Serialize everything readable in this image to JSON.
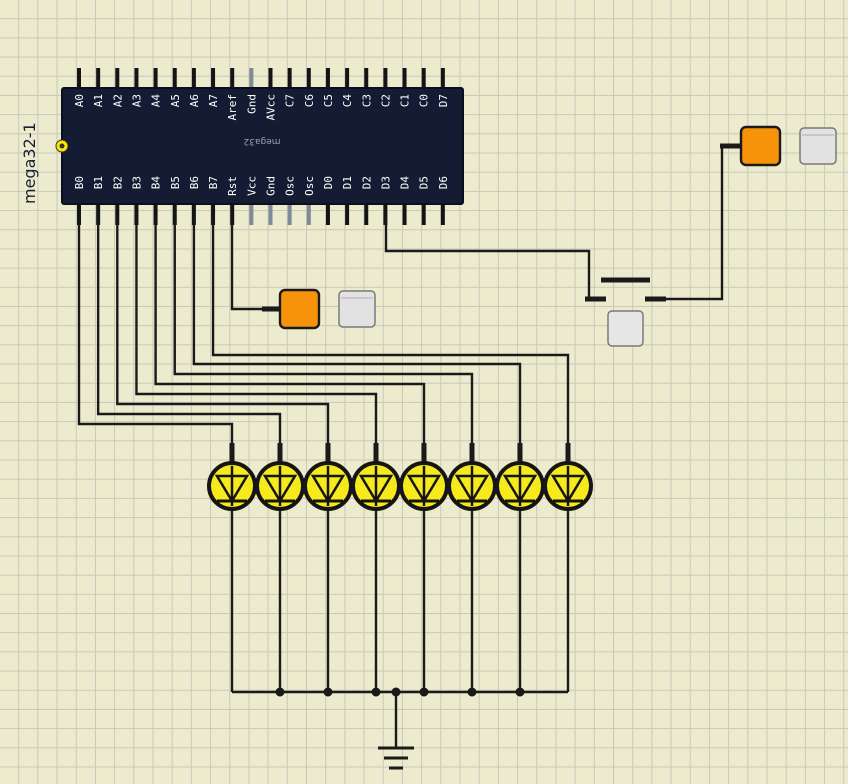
{
  "component": {
    "id": "mega32-1",
    "chip_marking": "mega32"
  },
  "pins_top": [
    "A0",
    "A1",
    "A2",
    "A3",
    "A4",
    "A5",
    "A6",
    "A7",
    "Aref",
    "Gnd",
    "AVcc",
    "C7",
    "C6",
    "C5",
    "C4",
    "C3",
    "C2",
    "C1",
    "C0",
    "D7"
  ],
  "pins_bottom": [
    "B0",
    "B1",
    "B2",
    "B3",
    "B4",
    "B5",
    "B6",
    "B7",
    "Rst",
    "Vcc",
    "Gnd",
    "Osc",
    "Osc",
    "D0",
    "D1",
    "D2",
    "D3",
    "D4",
    "D5",
    "D6"
  ],
  "grayed_top_pins": [
    "Gnd"
  ],
  "grayed_bottom_pins": [
    "Vcc",
    "Gnd",
    "Osc",
    "Osc"
  ],
  "leds": [
    "B0",
    "B1",
    "B2",
    "B3",
    "B4",
    "B5",
    "B6",
    "B7"
  ],
  "colors": {
    "chip_body": "#141c34",
    "wire": "#1a1a1a",
    "led_fill": "#f6ea1c",
    "led_ring": "#151515",
    "probe": "#f7930a",
    "button_cap": "#e4e4e4",
    "grid_bg": "#ecebcd"
  }
}
